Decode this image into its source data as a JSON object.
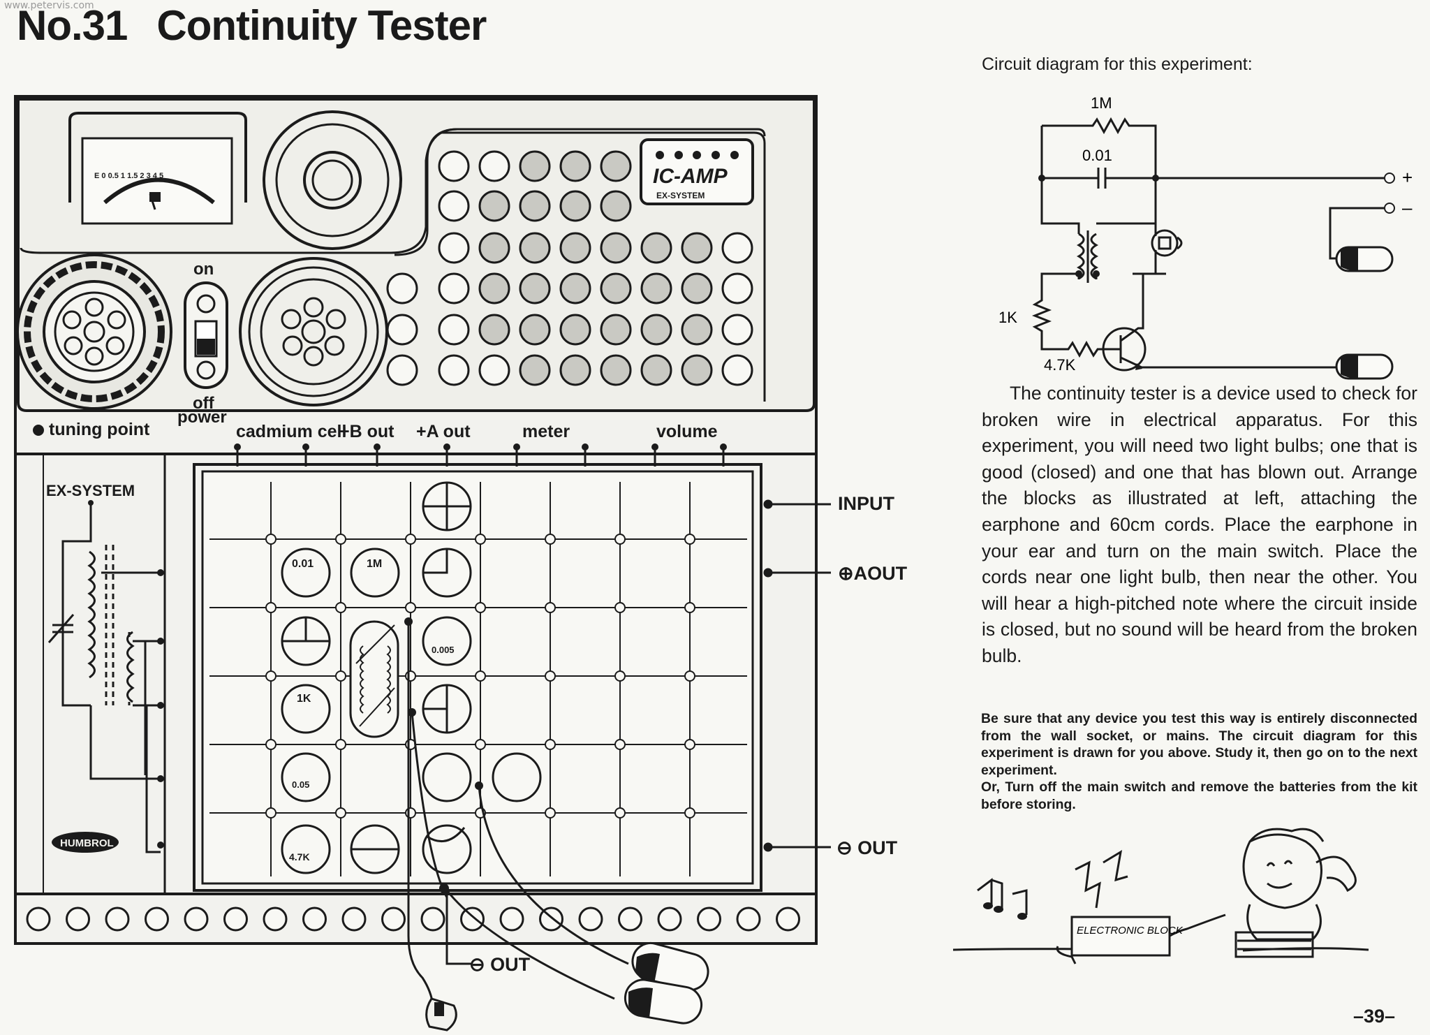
{
  "watermark": "www.petervis.com",
  "header": {
    "number": "No.31",
    "title": "Continuity Tester"
  },
  "panel": {
    "meter_scale": "E  0  0.5  1  1.5  2  3  4  5",
    "power_on": "on",
    "power_off": "off",
    "power_label": "power",
    "tuning_point": "tuning point",
    "top_terminals": [
      "cadmium cell",
      "+B out",
      "+A out",
      "meter",
      "volume"
    ],
    "ic_amp": "IC-AMP",
    "ex_system": "EX-SYSTEM",
    "ex_system_left": "EX-SYSTEM",
    "brand": "HUMBROL",
    "side_labels": [
      "INPUT",
      "⊕AOUT",
      "⊖ OUT"
    ],
    "bottom_label": "⊖ OUT",
    "blocks": [
      "0.01",
      "1M",
      "0.005",
      "1K",
      "0.05",
      "4.7K"
    ]
  },
  "diagram": {
    "caption": "Circuit diagram for this experiment:",
    "r1": "1M",
    "c1": "0.01",
    "r2": "1K",
    "r3": "4.7K",
    "plus": "+",
    "minus": "–"
  },
  "body_text": "The continuity tester is a device used to check for broken wire in electrical apparatus. For this experiment, you will need two light bulbs; one that is good (closed) and one that has blown out. Arrange the blocks as illustrated at left, attaching the earphone and 60cm cords. Place the earphone in your ear and turn on the main switch. Place the cords near one light bulb, then near the other. You will hear a high-pitched note where the circuit inside is closed, but no sound will be heard from the broken bulb.",
  "note": {
    "p1": "Be sure that any device you test this way is entirely disconnected from the wall socket, or mains. The circuit diagram for this experiment is drawn for you above. Study it, then go on to the next experiment.",
    "p2": "Or, Turn off the main switch and remove the batteries from the kit before storing."
  },
  "cartoon": {
    "box_text": "ELECTRONIC BLOCK"
  },
  "page_number": "–39–"
}
